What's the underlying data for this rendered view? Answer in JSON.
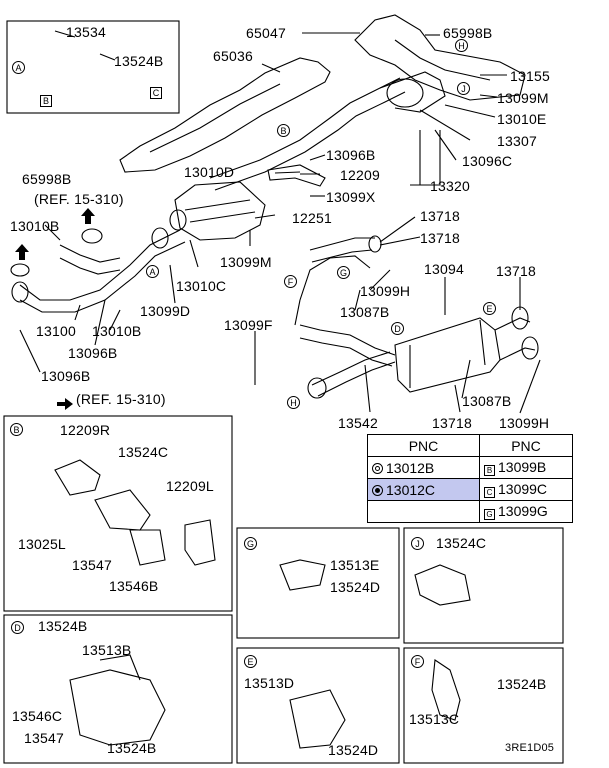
{
  "top_labels": {
    "p13534": "13534",
    "p13524B_a": "13524B",
    "p65047": "65047",
    "p65998B_a": "65998B",
    "p65036": "65036",
    "p13155": "13155",
    "p13099M_a": "13099M",
    "p13010E": "13010E",
    "p13307": "13307",
    "p13096C": "13096C",
    "p13096B_a": "13096B",
    "p13010D": "13010D",
    "p65998B_b": "65998B",
    "p12209": "12209",
    "p13099X": "13099X",
    "p13320": "13320",
    "ref1": "(REF. 15-310)",
    "p12251": "12251",
    "p13718_a": "13718",
    "p13718_b": "13718",
    "p13010B_a": "13010B",
    "p13099M_b": "13099M",
    "p13094": "13094",
    "p13718_c": "13718",
    "p13099H_a": "13099H",
    "p13087B_a": "13087B",
    "p13010C": "13010C",
    "p13099D": "13099D",
    "p13100": "13100",
    "p13010B_b": "13010B",
    "p13096B_b": "13096B",
    "p13096B_c": "13096B",
    "p13099F": "13099F",
    "p13087B_b": "13087B",
    "p13542": "13542",
    "p13718_d": "13718",
    "p13099H_b": "13099H",
    "ref2": "(REF. 15-310)"
  },
  "callouts": {
    "A1": "A",
    "B1": "B",
    "C1": "C",
    "H1": "H",
    "J1": "J",
    "B2": "B",
    "A2": "A",
    "F1": "F",
    "G1": "G",
    "D1": "D",
    "E1": "E",
    "H2": "H"
  },
  "pnc_table": {
    "header_left": "PNC",
    "header_right": "PNC",
    "rows": [
      {
        "left_sym": "ring",
        "left": "13012B",
        "right_sym": "B",
        "right": "13099B"
      },
      {
        "left_sym": "filled",
        "left": "13012C",
        "right_sym": "C",
        "right": "13099C"
      },
      {
        "left_sym": "",
        "left": "",
        "right_sym": "G",
        "right": "13099G"
      }
    ]
  },
  "detail_B": {
    "title": "B",
    "p12209R": "12209R",
    "p13524C": "13524C",
    "p12209L": "12209L",
    "p13025L": "13025L",
    "p13547": "13547",
    "p13546B": "13546B"
  },
  "detail_G": {
    "title": "G",
    "p13513E": "13513E",
    "p13524D": "13524D"
  },
  "detail_J": {
    "title": "J",
    "p13524C": "13524C"
  },
  "detail_D": {
    "title": "D",
    "p13524B_a": "13524B",
    "p13513B": "13513B",
    "p13546C": "13546C",
    "p13547": "13547",
    "p13524B_b": "13524B"
  },
  "detail_E": {
    "title": "E",
    "p13513D": "13513D",
    "p13524D": "13524D"
  },
  "detail_F": {
    "title": "F",
    "p13524B": "13524B",
    "p13513C": "13513C"
  },
  "footer_code": "3RE1D05"
}
